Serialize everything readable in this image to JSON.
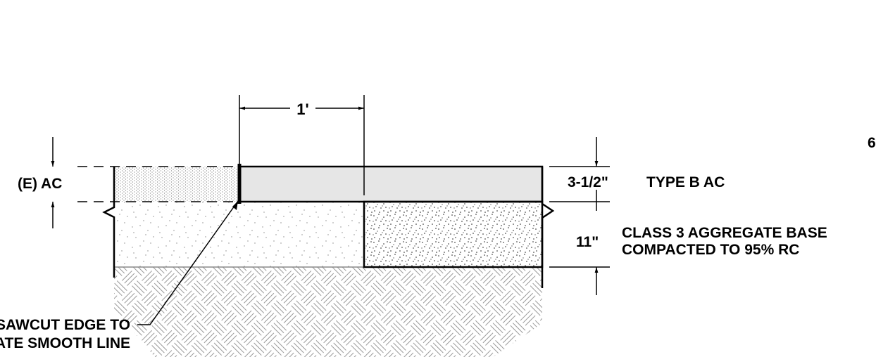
{
  "sheet_marker": "6",
  "labels": {
    "existing_ac": "(E) AC",
    "top_dimension": "1'",
    "ac_thickness": "3-1/2\"",
    "ac_type": "TYPE B AC",
    "base_thickness": "11\"",
    "base_line1": "CLASS 3 AGGREGATE BASE",
    "base_line2": "COMPACTED TO 95% RC",
    "sawcut_line1": "SAWCUT EDGE TO",
    "sawcut_line2": "CREATE SMOOTH LINE"
  },
  "materials": {
    "new_ac": "light-gray-fill",
    "existing_ac": "fine-stipple",
    "aggregate_base": "coarse-stipple",
    "subgrade": "basketweave-hatch"
  }
}
